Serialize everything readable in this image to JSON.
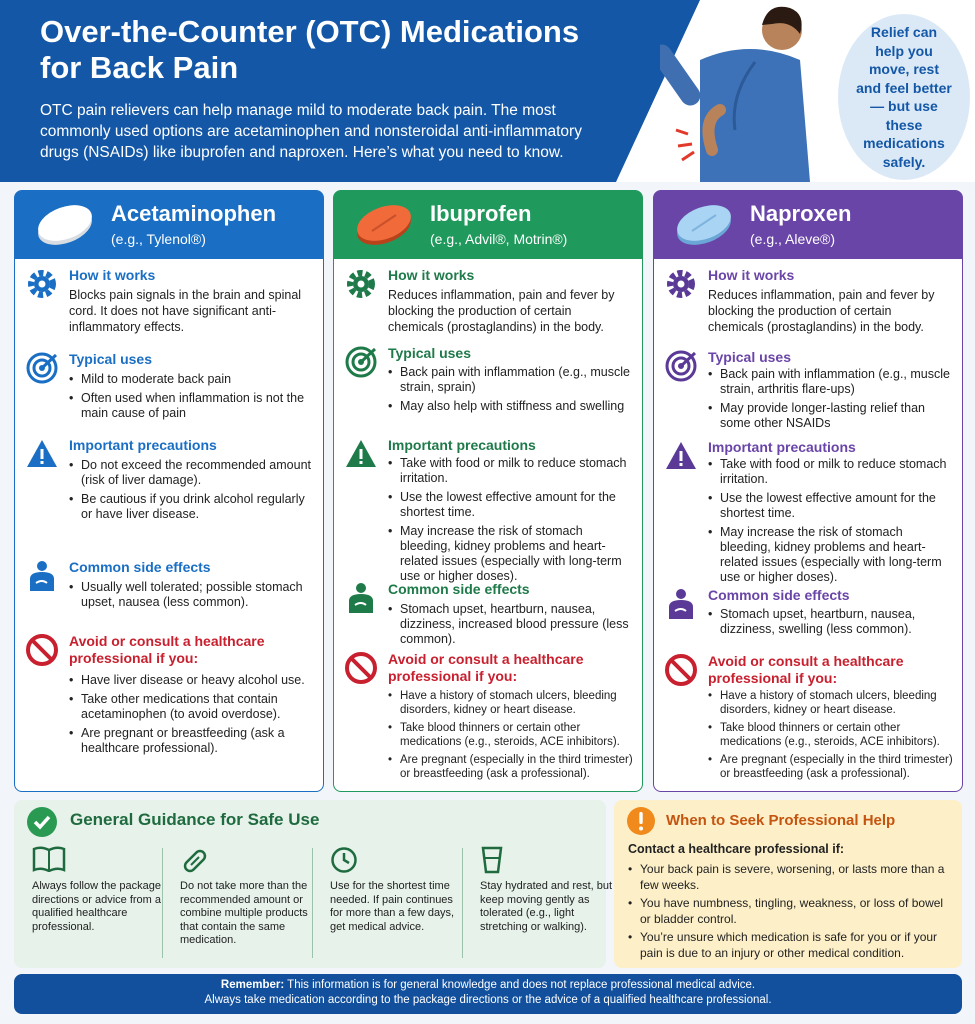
{
  "header": {
    "title": "Over-the-Counter (OTC) Medications\nfor Back Pain",
    "intro": "OTC pain relievers can help manage mild to moderate back pain. The most commonly used options are acetaminophen and nonsteroidal anti-inflammatory drugs (NSAIDs) like ibuprofen and naproxen. Here’s what you need to know.",
    "bubble": "Relief can help you move, rest and feel better — but use these medications safely."
  },
  "colors": {
    "header_blue": "#1357a6",
    "acetaminophen": "#1a6fc4",
    "ibuprofen": "#1f9a5c",
    "naproxen": "#6a45a8",
    "warning_red": "#c8202e",
    "help_orange": "#c4540f"
  },
  "drugs": [
    {
      "name": "Acetaminophen",
      "example": "(e.g., Tylenol®)",
      "how_title": "How it works",
      "how": "Blocks pain signals in the brain and spinal cord. It does not have significant anti-inflammatory effects.",
      "uses_title": "Typical uses",
      "uses": [
        "Mild to moderate back pain",
        "Often used when inflammation is not the main cause of pain"
      ],
      "prec_title": "Important precautions",
      "precautions": [
        "Do not exceed the recommended amount (risk of liver damage).",
        "Be cautious if you drink alcohol regularly or have liver disease."
      ],
      "side_title": "Common side effects",
      "side_effects": [
        "Usually well tolerated; possible stomach upset, nausea (less common)."
      ],
      "avoid_title": "Avoid or consult a healthcare professional if you:",
      "avoid": [
        "Have liver disease or heavy alcohol use.",
        "Take other medications that contain acetaminophen (to avoid overdose).",
        "Are pregnant or breastfeeding (ask a healthcare professional)."
      ]
    },
    {
      "name": "Ibuprofen",
      "example": "(e.g., Advil®, Motrin®)",
      "how_title": "How it works",
      "how": "Reduces inflammation, pain and fever by blocking the production of certain chemicals (prostaglandins) in the body.",
      "uses_title": "Typical uses",
      "uses": [
        "Back pain with inflammation (e.g., muscle strain, sprain)",
        "May also help with stiffness and swelling"
      ],
      "prec_title": "Important precautions",
      "precautions": [
        "Take with food or milk to reduce stomach irritation.",
        "Use the lowest effective amount for the shortest time.",
        "May increase the risk of stomach bleeding, kidney problems and heart-related issues (especially with long-term use or higher doses)."
      ],
      "side_title": "Common side effects",
      "side_effects": [
        "Stomach upset, heartburn, nausea, dizziness, increased blood pressure (less common)."
      ],
      "avoid_title": "Avoid or consult a healthcare professional if you:",
      "avoid": [
        "Have a history of stomach ulcers, bleeding disorders, kidney or heart disease.",
        "Take blood thinners or certain other medications (e.g., steroids, ACE inhibitors).",
        "Are pregnant (especially in the third trimester) or breastfeeding (ask a professional)."
      ]
    },
    {
      "name": "Naproxen",
      "example": "(e.g., Aleve®)",
      "how_title": "How it works",
      "how": "Reduces inflammation, pain and fever by blocking the production of certain chemicals (prostaglandins) in the body.",
      "uses_title": "Typical uses",
      "uses": [
        "Back pain with inflammation (e.g., muscle strain, arthritis flare-ups)",
        "May provide longer-lasting relief than some other NSAIDs"
      ],
      "prec_title": "Important precautions",
      "precautions": [
        "Take with food or milk to reduce stomach irritation.",
        "Use the lowest effective amount for the shortest time.",
        "May increase the risk of stomach bleeding, kidney problems and heart-related issues (especially with long-term use or higher doses)."
      ],
      "side_title": "Common side effects",
      "side_effects": [
        "Stomach upset, heartburn, nausea, dizziness, swelling (less common)."
      ],
      "avoid_title": "Avoid or consult a healthcare professional if you:",
      "avoid": [
        "Have a history of stomach ulcers, bleeding disorders, kidney or heart disease.",
        "Take blood thinners or certain other medications (e.g., steroids, ACE inhibitors).",
        "Are pregnant (especially in the third trimester) or breastfeeding (ask a professional)."
      ]
    }
  ],
  "guidance": {
    "title": "General Guidance for Safe Use",
    "items": [
      {
        "icon": "book-icon",
        "text": "Always follow the package directions or advice from a qualified healthcare professional."
      },
      {
        "icon": "capsule-icon",
        "text": "Do not take more than the recommended amount or combine multiple products that contain the same medication."
      },
      {
        "icon": "clock-icon",
        "text": "Use for the shortest time needed. If pain continues for more than a few days, get medical advice."
      },
      {
        "icon": "water-glass-icon",
        "text": "Stay hydrated and rest, but keep moving gently as tolerated (e.g., light stretching or walking)."
      }
    ]
  },
  "help": {
    "title": "When to Seek Professional Help",
    "subtitle": "Contact a healthcare professional if:",
    "items": [
      "Your back pain is severe, worsening, or lasts more than a few weeks.",
      "You have numbness, tingling, weakness, or loss of bowel or bladder control.",
      "You’re unsure which medication is safe for you or if your pain is due to an injury or other medical condition."
    ]
  },
  "footer": {
    "label": "Remember:",
    "line1": "This information is for general knowledge and does not replace professional medical advice.",
    "line2": "Always take medication according to the package directions or the advice of a qualified healthcare professional."
  }
}
